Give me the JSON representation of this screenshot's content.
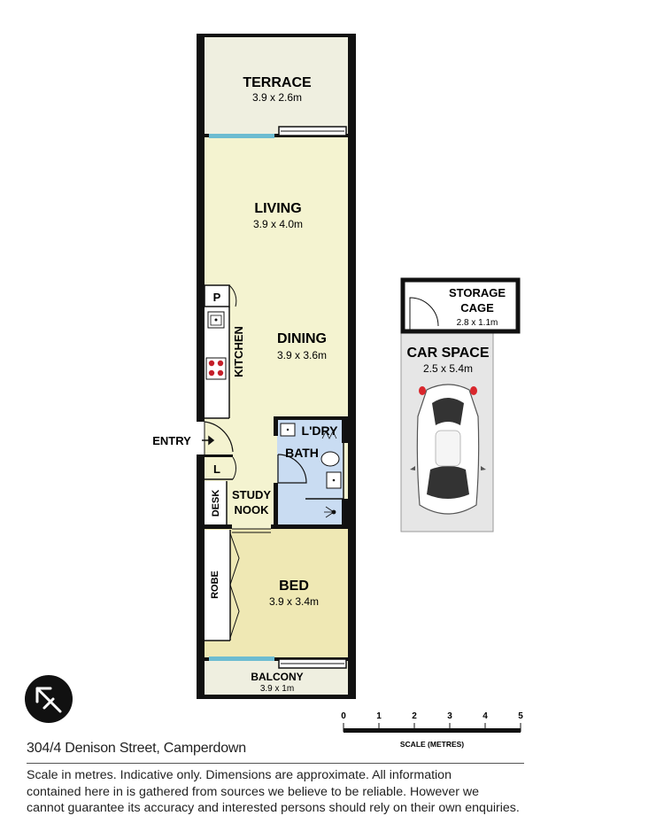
{
  "rooms": {
    "terrace": {
      "name": "TERRACE",
      "dims": "3.9 x 2.6m"
    },
    "living": {
      "name": "LIVING",
      "dims": "3.9 x 4.0m"
    },
    "dining": {
      "name": "DINING",
      "dims": "3.9 x 3.6m"
    },
    "kitchen": {
      "name": "KITCHEN"
    },
    "pantry": {
      "name": "P"
    },
    "laundry": {
      "name": "L'DRY"
    },
    "bath": {
      "name": "BATH"
    },
    "linen": {
      "name": "L"
    },
    "desk": {
      "name": "DESK"
    },
    "study": {
      "line1": "STUDY",
      "line2": "NOOK"
    },
    "robe": {
      "name": "ROBE"
    },
    "bed": {
      "name": "BED",
      "dims": "3.9 x 3.4m"
    },
    "balcony": {
      "name": "BALCONY",
      "dims": "3.9 x 1m"
    },
    "storage": {
      "line1": "STORAGE",
      "line2": "CAGE",
      "dims": "2.8 x 1.1m"
    },
    "car_space": {
      "name": "CAR SPACE",
      "dims": "2.5 x 5.4m"
    }
  },
  "entry_label": "ENTRY",
  "scale": {
    "ticks": [
      "0",
      "1",
      "2",
      "3",
      "4",
      "5"
    ],
    "caption": "SCALE (METRES)"
  },
  "address": "304/4 Denison Street, Camperdown",
  "disclaimer": [
    "Scale in metres. Indicative only. Dimensions are approximate. All information",
    "contained here in is gathered from sources we believe to be reliable. However we",
    "cannot guarantee its accuracy and interested persons should rely on their own enquiries."
  ],
  "colors": {
    "living_fill": "#f4f3d0",
    "bed_fill": "#efe8b4",
    "bath_fill": "#c9dcf2",
    "outdoor_fill": "#efefe0",
    "carspace_fill": "#e6e6e6",
    "glass": "#6dbcd1",
    "wall": "#111111",
    "car_light": "#d9262c"
  }
}
